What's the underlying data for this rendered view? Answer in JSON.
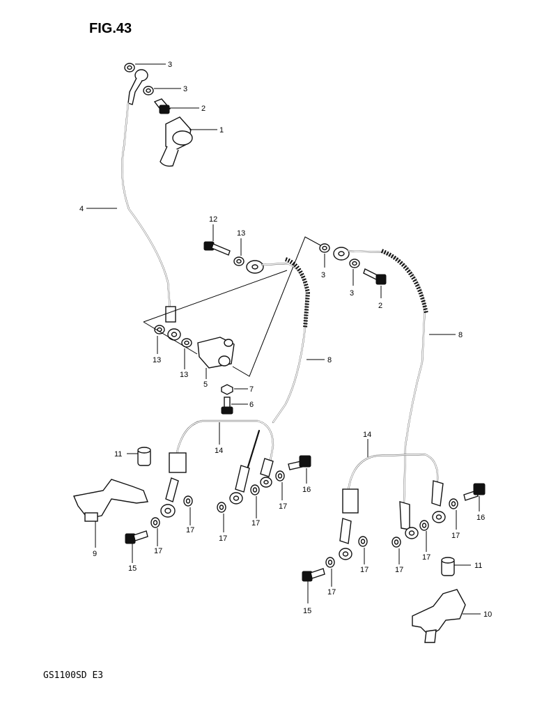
{
  "figure": {
    "title": "FIG.43",
    "model_code": "GS1100SD  E3"
  },
  "callouts": [
    {
      "id": "c3a",
      "label": "3"
    },
    {
      "id": "c3b",
      "label": "3"
    },
    {
      "id": "c2a",
      "label": "2"
    },
    {
      "id": "c1",
      "label": "1"
    },
    {
      "id": "c4",
      "label": "4"
    },
    {
      "id": "c12",
      "label": "12"
    },
    {
      "id": "c13a",
      "label": "13"
    },
    {
      "id": "c3c",
      "label": "3"
    },
    {
      "id": "c3d",
      "label": "3"
    },
    {
      "id": "c2b",
      "label": "2"
    },
    {
      "id": "c8a",
      "label": "8"
    },
    {
      "id": "c13b",
      "label": "13"
    },
    {
      "id": "c13c",
      "label": "13"
    },
    {
      "id": "c5",
      "label": "5"
    },
    {
      "id": "c8b",
      "label": "8"
    },
    {
      "id": "c7",
      "label": "7"
    },
    {
      "id": "c6",
      "label": "6"
    },
    {
      "id": "c14a",
      "label": "14"
    },
    {
      "id": "c14b",
      "label": "14"
    },
    {
      "id": "c11a",
      "label": "11"
    },
    {
      "id": "c16a",
      "label": "16"
    },
    {
      "id": "c16b",
      "label": "16"
    },
    {
      "id": "c17a",
      "label": "17"
    },
    {
      "id": "c17b",
      "label": "17"
    },
    {
      "id": "c17c",
      "label": "17"
    },
    {
      "id": "c17d",
      "label": "17"
    },
    {
      "id": "c17e",
      "label": "17"
    },
    {
      "id": "c17f",
      "label": "17"
    },
    {
      "id": "c17g",
      "label": "17"
    },
    {
      "id": "c17h",
      "label": "17"
    },
    {
      "id": "c17i",
      "label": "17"
    },
    {
      "id": "c17j",
      "label": "17"
    },
    {
      "id": "c9",
      "label": "9"
    },
    {
      "id": "c15a",
      "label": "15"
    },
    {
      "id": "c15b",
      "label": "15"
    },
    {
      "id": "c11b",
      "label": "11"
    },
    {
      "id": "c10",
      "label": "10"
    }
  ]
}
